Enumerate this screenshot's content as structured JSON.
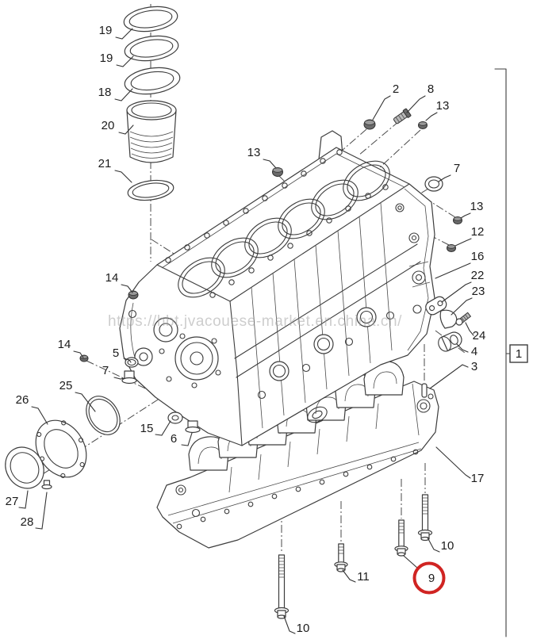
{
  "watermark": {
    "text": "https://hbt.jvacouese-market.en.china.cn/"
  },
  "reference": {
    "label": "1"
  },
  "colors": {
    "line": "#3d3d3d",
    "label": "#1b1b1b",
    "highlight": "#d02422",
    "watermark": "#9d9d9d",
    "background": "#ffffff"
  },
  "callouts": [
    {
      "id": "19-a",
      "label": "19"
    },
    {
      "id": "19-b",
      "label": "19"
    },
    {
      "id": "18",
      "label": "18"
    },
    {
      "id": "20",
      "label": "20"
    },
    {
      "id": "21",
      "label": "21"
    },
    {
      "id": "13-a",
      "label": "13"
    },
    {
      "id": "2",
      "label": "2"
    },
    {
      "id": "8",
      "label": "8"
    },
    {
      "id": "13-b",
      "label": "13"
    },
    {
      "id": "7-a",
      "label": "7"
    },
    {
      "id": "13-c",
      "label": "13"
    },
    {
      "id": "12",
      "label": "12"
    },
    {
      "id": "16",
      "label": "16"
    },
    {
      "id": "22",
      "label": "22"
    },
    {
      "id": "23",
      "label": "23"
    },
    {
      "id": "24",
      "label": "24"
    },
    {
      "id": "4",
      "label": "4"
    },
    {
      "id": "3",
      "label": "3"
    },
    {
      "id": "17",
      "label": "17"
    },
    {
      "id": "14-a",
      "label": "14"
    },
    {
      "id": "14-b",
      "label": "14"
    },
    {
      "id": "5",
      "label": "5"
    },
    {
      "id": "7-b",
      "label": "7"
    },
    {
      "id": "25",
      "label": "25"
    },
    {
      "id": "26",
      "label": "26"
    },
    {
      "id": "15",
      "label": "15"
    },
    {
      "id": "6",
      "label": "6"
    },
    {
      "id": "27",
      "label": "27"
    },
    {
      "id": "28",
      "label": "28"
    },
    {
      "id": "10-a",
      "label": "10"
    },
    {
      "id": "11",
      "label": "11"
    },
    {
      "id": "9",
      "label": "9",
      "circled": true
    },
    {
      "id": "10-b",
      "label": "10"
    }
  ]
}
